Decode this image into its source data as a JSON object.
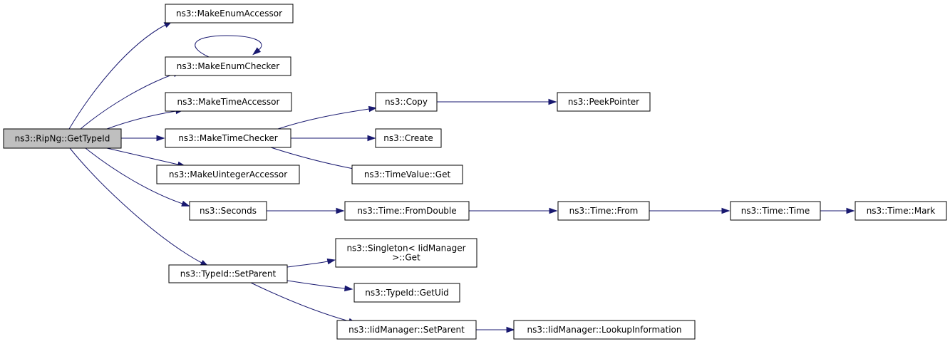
{
  "diagram": {
    "nodes": [
      {
        "id": "root",
        "lines": [
          "ns3::RipNg::GetTypeId"
        ],
        "highlight": true
      },
      {
        "id": "makeEnumAccessor",
        "lines": [
          "ns3::MakeEnumAccessor"
        ]
      },
      {
        "id": "makeEnumChecker",
        "lines": [
          "ns3::MakeEnumChecker"
        ]
      },
      {
        "id": "makeTimeAccessor",
        "lines": [
          "ns3::MakeTimeAccessor"
        ]
      },
      {
        "id": "makeTimeChecker",
        "lines": [
          "ns3::MakeTimeChecker"
        ]
      },
      {
        "id": "makeUintegerAccessor",
        "lines": [
          "ns3::MakeUintegerAccessor"
        ]
      },
      {
        "id": "seconds",
        "lines": [
          "ns3::Seconds"
        ]
      },
      {
        "id": "setParent",
        "lines": [
          "ns3::TypeId::SetParent"
        ]
      },
      {
        "id": "copy",
        "lines": [
          "ns3::Copy"
        ]
      },
      {
        "id": "create",
        "lines": [
          "ns3::Create"
        ]
      },
      {
        "id": "timeValueGet",
        "lines": [
          "ns3::TimeValue::Get"
        ]
      },
      {
        "id": "peekPointer",
        "lines": [
          "ns3::PeekPointer"
        ]
      },
      {
        "id": "fromDouble",
        "lines": [
          "ns3::Time::FromDouble"
        ]
      },
      {
        "id": "timeFrom",
        "lines": [
          "ns3::Time::From"
        ]
      },
      {
        "id": "timeTime",
        "lines": [
          "ns3::Time::Time"
        ]
      },
      {
        "id": "timeMark",
        "lines": [
          "ns3::Time::Mark"
        ]
      },
      {
        "id": "singletonGet",
        "lines": [
          "ns3::Singleton< IidManager",
          ">::Get"
        ]
      },
      {
        "id": "getUid",
        "lines": [
          "ns3::TypeId::GetUid"
        ]
      },
      {
        "id": "iidSetParent",
        "lines": [
          "ns3::IidManager::SetParent"
        ]
      },
      {
        "id": "lookupInfo",
        "lines": [
          "ns3::IidManager::LookupInformation"
        ]
      }
    ],
    "edges": [
      {
        "from": "root",
        "to": "makeEnumAccessor"
      },
      {
        "from": "root",
        "to": "makeEnumChecker"
      },
      {
        "from": "root",
        "to": "makeTimeAccessor"
      },
      {
        "from": "root",
        "to": "makeTimeChecker"
      },
      {
        "from": "root",
        "to": "makeUintegerAccessor"
      },
      {
        "from": "root",
        "to": "seconds"
      },
      {
        "from": "root",
        "to": "setParent"
      },
      {
        "from": "makeEnumChecker",
        "to": "makeEnumChecker"
      },
      {
        "from": "makeTimeChecker",
        "to": "copy"
      },
      {
        "from": "makeTimeChecker",
        "to": "create"
      },
      {
        "from": "makeTimeChecker",
        "to": "timeValueGet"
      },
      {
        "from": "copy",
        "to": "peekPointer"
      },
      {
        "from": "seconds",
        "to": "fromDouble"
      },
      {
        "from": "fromDouble",
        "to": "timeFrom"
      },
      {
        "from": "timeFrom",
        "to": "timeTime"
      },
      {
        "from": "timeTime",
        "to": "timeMark"
      },
      {
        "from": "setParent",
        "to": "singletonGet"
      },
      {
        "from": "setParent",
        "to": "getUid"
      },
      {
        "from": "setParent",
        "to": "iidSetParent"
      },
      {
        "from": "iidSetParent",
        "to": "lookupInfo"
      }
    ]
  }
}
